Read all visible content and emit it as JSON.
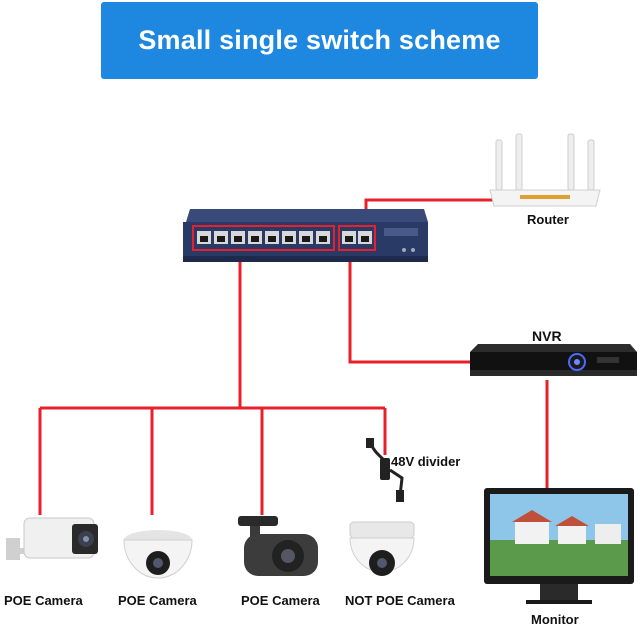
{
  "title": "Small single switch scheme",
  "colors": {
    "title_bg": "#1e88e0",
    "wire": "#e8202a",
    "switch_body": "#2a3a66"
  },
  "labels": {
    "router": "Router",
    "nvr": "NVR",
    "monitor": "Monitor",
    "divider": "48V divider",
    "cam1": "POE Camera",
    "cam2": "POE Camera",
    "cam3": "POE Camera",
    "cam4": "NOT POE Camera"
  },
  "icons": {
    "switch": "poe-switch-icon",
    "router": "wifi-router-icon",
    "nvr": "nvr-recorder-icon",
    "monitor": "monitor-icon",
    "divider": "power-divider-icon",
    "cameras": [
      "bullet-camera-icon",
      "dome-camera-icon",
      "bullet-camera-icon",
      "dome-camera-icon"
    ]
  }
}
